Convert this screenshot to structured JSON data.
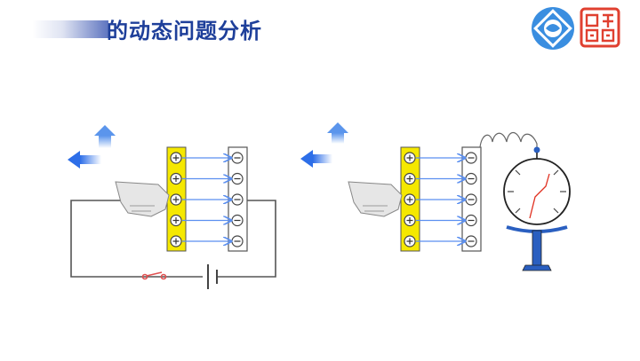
{
  "slide": {
    "title": "的动态问题分析"
  },
  "diagrams": [
    {
      "name": "capacitor-with-battery-circuit",
      "plate_positive_sign": "+",
      "plate_negative_sign": "−",
      "charges_per_plate": 5
    },
    {
      "name": "capacitor-with-electrometer",
      "plate_positive_sign": "+",
      "plate_negative_sign": "−",
      "charges_per_plate": 5
    }
  ],
  "colors": {
    "title": "#1e3f9a",
    "positive_plate": "#f5e800",
    "field_arrow": "#5b8ff0",
    "motion_arrow": "#2d6ee8",
    "switch": "#e05050",
    "electrometer_base": "#2a5fc0",
    "needle": "#e03020",
    "seal": "#e04030",
    "logo": "#3a8ee0"
  }
}
